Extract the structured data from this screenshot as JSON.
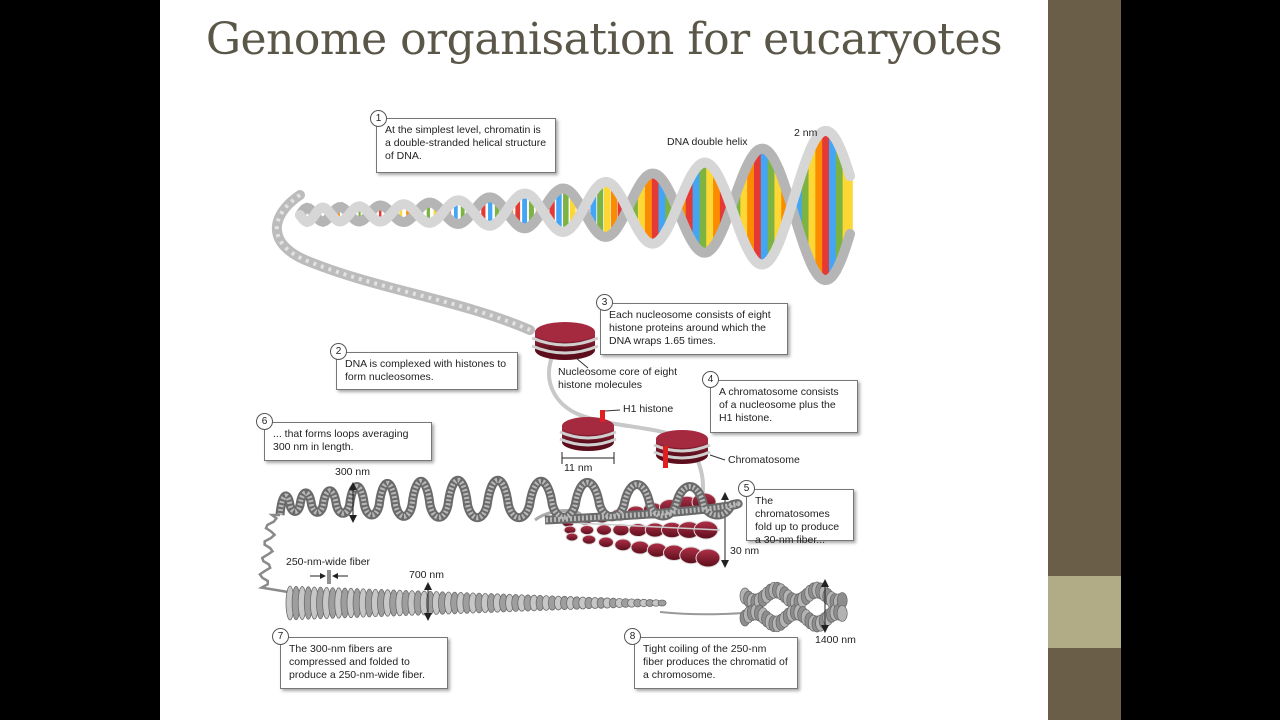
{
  "slide": {
    "title": "Genome organisation for eucaryotes"
  },
  "colors": {
    "histone": "#8b1c30",
    "h1": "#e02020",
    "frame": "#6b5e48",
    "accent": "#b1ab86"
  },
  "callouts": [
    {
      "num": "1",
      "text": "At the simplest level, chromatin is a double-stranded helical structure of DNA."
    },
    {
      "num": "2",
      "text": "DNA is complexed with histones to form nucleosomes."
    },
    {
      "num": "3",
      "text": "Each nucleosome consists of eight histone proteins around which the DNA wraps 1.65 times."
    },
    {
      "num": "4",
      "text": "A chromatosome consists of a nucleosome plus the H1 histone."
    },
    {
      "num": "5",
      "text": "The chromatosomes fold up to produce a 30-nm fiber..."
    },
    {
      "num": "6",
      "text": "... that forms loops averaging 300 nm in length."
    },
    {
      "num": "7",
      "text": "The 300-nm fibers are compressed and folded to produce a 250-nm-wide fiber."
    },
    {
      "num": "8",
      "text": "Tight coiling of the 250-nm fiber produces the chromatid of a chromosome."
    }
  ],
  "labels": {
    "dna_helix": "DNA double helix",
    "two_nm": "2 nm",
    "nucleosome_core": "Nucleosome core of eight histone molecules",
    "h1_histone": "H1 histone",
    "eleven_nm": "11 nm",
    "chromatosome": "Chromatosome",
    "three_hundred_nm": "300 nm",
    "thirty_nm": "30 nm",
    "fiber_250": "250-nm-wide fiber",
    "seven_hundred_nm": "700 nm",
    "fourteen_hundred_nm": "1400 nm"
  }
}
